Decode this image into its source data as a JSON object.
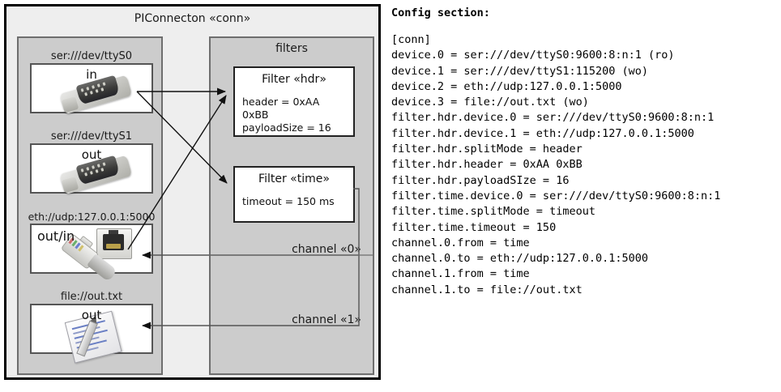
{
  "diagram": {
    "title": "PIConnecton «conn»",
    "devices_panel": {
      "devices": [
        {
          "label": "ser:///dev/ttyS0",
          "direction": "in",
          "icon": "serial-port-icon"
        },
        {
          "label": "ser:///dev/ttyS1",
          "direction": "out",
          "icon": "serial-port-icon"
        },
        {
          "label": "eth://udp:127.0.0.1:5000",
          "direction": "out/in",
          "icon": "network-cable-icon"
        },
        {
          "label": "file://out.txt",
          "direction": "out",
          "icon": "text-document-icon"
        }
      ]
    },
    "filters_panel": {
      "title": "filters",
      "filters": [
        {
          "title": "Filter «hdr»",
          "props": [
            "header = 0xAA 0xBB",
            "payloadSize = 16"
          ]
        },
        {
          "title": "Filter «time»",
          "props": [
            "timeout = 150 ms"
          ]
        }
      ],
      "channels": [
        "channel «0»",
        "channel «1»"
      ]
    }
  },
  "config": {
    "heading": "Config section:",
    "lines": [
      "[conn]",
      "device.0 = ser:///dev/ttyS0:9600:8:n:1 (ro)",
      "device.1 = ser:///dev/ttyS1:115200 (wo)",
      "device.2 = eth://udp:127.0.0.1:5000",
      "device.3 = file://out.txt (wo)",
      "filter.hdr.device.0 = ser:///dev/ttyS0:9600:8:n:1",
      "filter.hdr.device.1 = eth://udp:127.0.0.1:5000",
      "filter.hdr.splitMode = header",
      "filter.hdr.header = 0xAA 0xBB",
      "filter.hdr.payloadSIze = 16",
      "filter.time.device.0 = ser:///dev/ttyS0:9600:8:n:1",
      "filter.time.splitMode = timeout",
      "filter.time.timeout = 150",
      "channel.0.from = time",
      "channel.0.to = eth://udp:127.0.0.1:5000",
      "channel.1.from = time",
      "channel.1.to = file://out.txt"
    ]
  },
  "colors": {
    "page_bg": "#ffffff",
    "diagram_bg": "#eeeeee",
    "panel_bg": "#cccccc",
    "panel_border": "#6e6e6e",
    "box_bg": "#ffffff",
    "outline": "#000000"
  }
}
